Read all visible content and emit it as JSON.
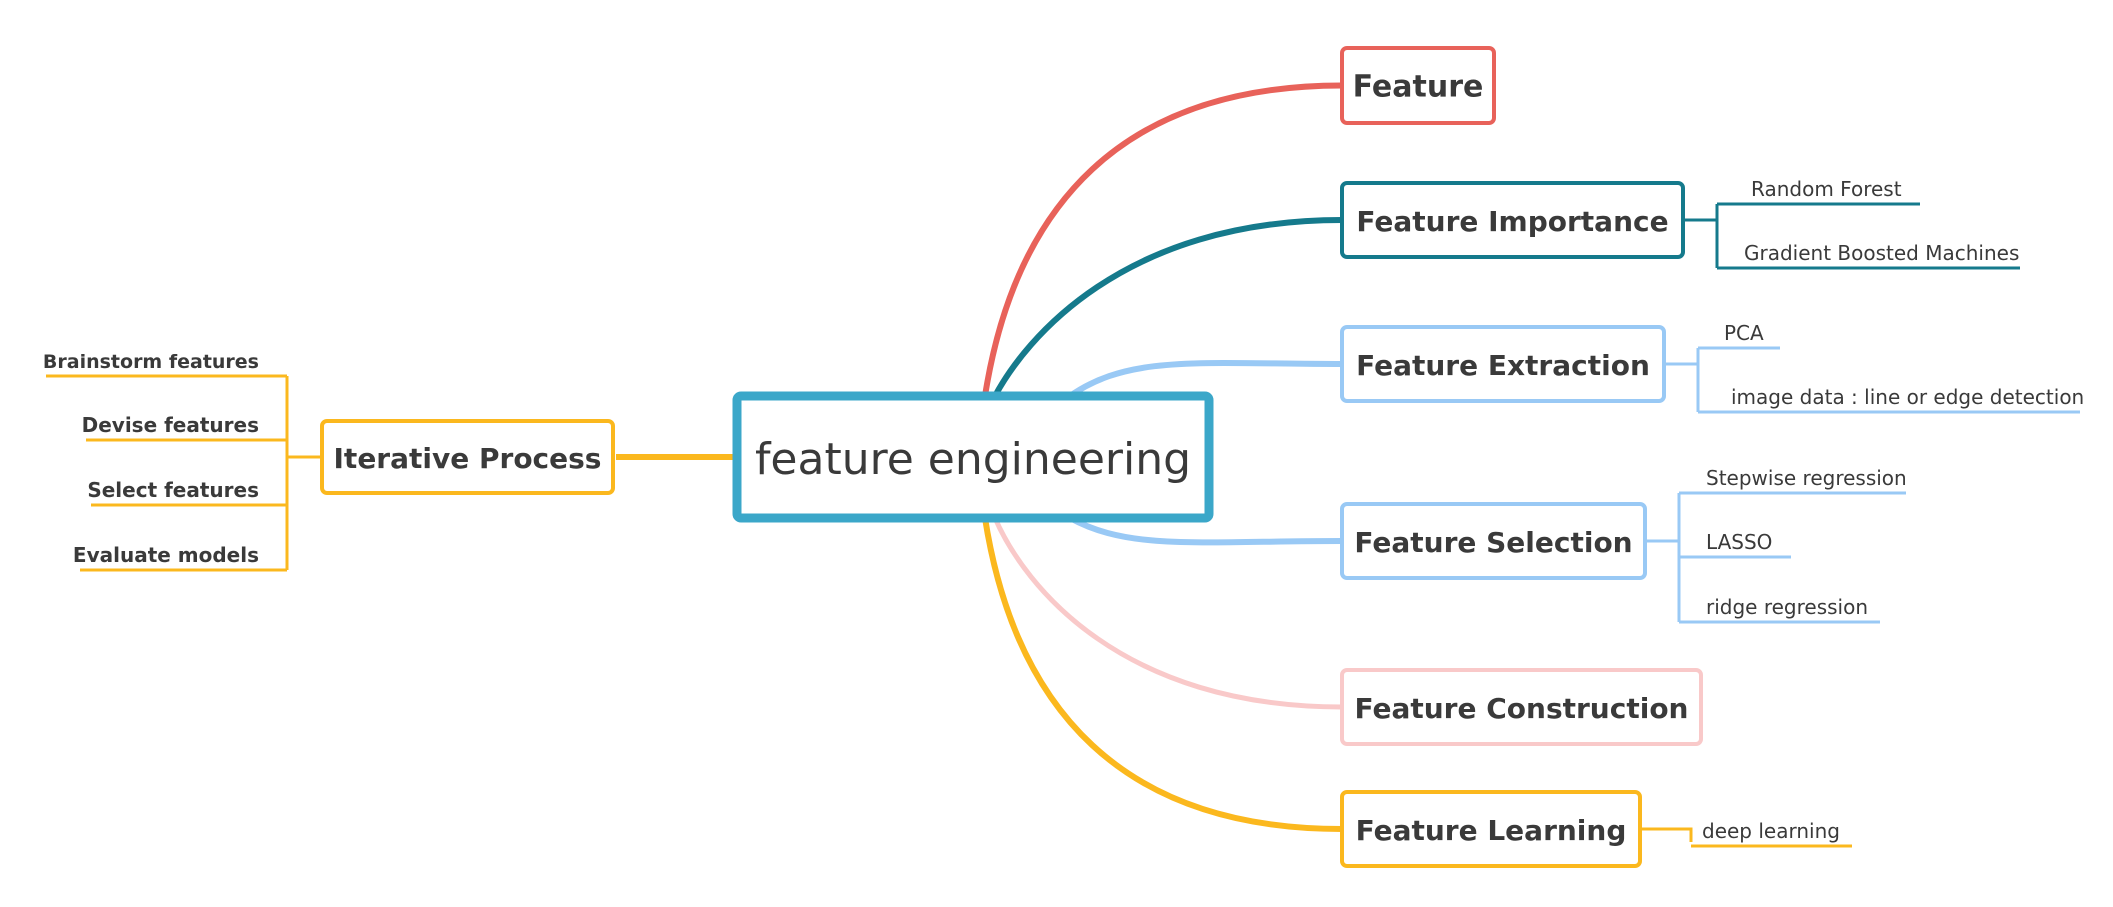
{
  "central": {
    "label": "feature engineering",
    "color": "#3ba7c9"
  },
  "branches": [
    {
      "key": "feature",
      "label": "Feature",
      "color": "#e8625a",
      "leaves": []
    },
    {
      "key": "importance",
      "label": "Feature Importance",
      "color": "#157a8c",
      "leaves": [
        "Random Forest",
        "Gradient Boosted Machines"
      ]
    },
    {
      "key": "extraction",
      "label": "Feature Extraction",
      "color": "#99c9f5",
      "leaves": [
        "PCA",
        "image data : line or edge detection"
      ]
    },
    {
      "key": "selection",
      "label": "Feature Selection",
      "color": "#99c9f5",
      "leaves": [
        "Stepwise regression",
        "LASSO",
        "ridge regression"
      ]
    },
    {
      "key": "construction",
      "label": "Feature Construction",
      "color": "#f9c9c9",
      "leaves": []
    },
    {
      "key": "learning",
      "label": "Feature Learning",
      "color": "#fbb81e",
      "leaves": [
        "deep learning"
      ]
    }
  ],
  "left_branch": {
    "label": "Iterative Process",
    "color": "#fbb81e",
    "leaves": [
      "Brainstorm features",
      "Devise features",
      "Select features",
      "Evaluate models"
    ]
  },
  "text_color": "#3a3a3a"
}
